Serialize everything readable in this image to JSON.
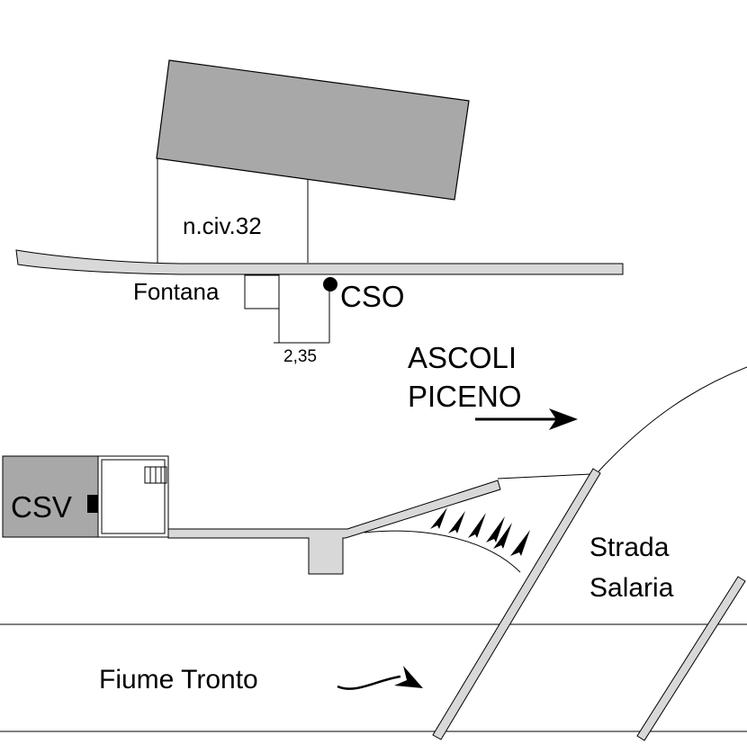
{
  "labels": {
    "house_number": "n.civ.32",
    "fountain": "Fontana",
    "cso": "CSO",
    "distance": "2,35",
    "direction_line1": "ASCOLI",
    "direction_line2": "PICENO",
    "csv": "CSV",
    "road_line1": "Strada",
    "road_line2": "Salaria",
    "river": "Fiume Tronto"
  },
  "colors": {
    "building_fill": "#a8a8a8",
    "pipe_fill": "#d8d8d8",
    "stroke": "#000000",
    "background": "#ffffff"
  }
}
